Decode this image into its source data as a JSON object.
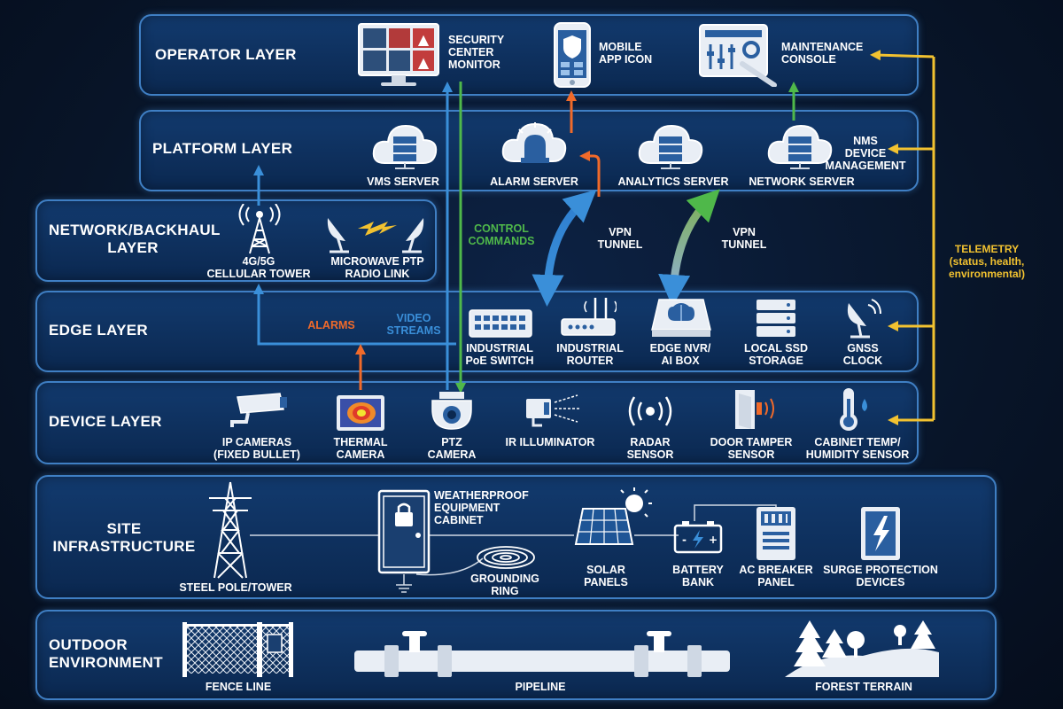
{
  "colors": {
    "panel_border": "#3f7fc4",
    "alarms": "#f06a2a",
    "video": "#3a8fd9",
    "control": "#4fb84a",
    "telemetry": "#f2c230"
  },
  "layers": {
    "operator": {
      "title": "OPERATOR LAYER",
      "items": [
        {
          "label": "SECURITY\nCENTER\nMONITOR",
          "icon": "monitor-icon"
        },
        {
          "label": "MOBILE\nAPP ICON",
          "icon": "smartphone-icon"
        },
        {
          "label": "MAINTENANCE\nCONSOLE",
          "icon": "tools-icon"
        }
      ]
    },
    "platform": {
      "title": "PLATFORM LAYER",
      "items": [
        {
          "label": "VMS SERVER",
          "icon": "cloud-server-icon"
        },
        {
          "label": "ALARM SERVER",
          "icon": "cloud-siren-icon"
        },
        {
          "label": "ANALYTICS SERVER",
          "icon": "cloud-server-icon"
        },
        {
          "label": "NETWORK SERVER",
          "icon": "cloud-server-icon"
        },
        {
          "label": "NMS\nDEVICE\nMANAGEMENT",
          "icon": ""
        }
      ]
    },
    "network": {
      "title": "NETWORK/BACKHAUL\nLAYER",
      "items": [
        {
          "label": "4G/5G\nCELLULAR TOWER",
          "icon": "cell-tower-icon"
        },
        {
          "label": "MICROWAVE PTP\nRADIO LINK",
          "icon": "satellite-dish-icon"
        }
      ]
    },
    "edge": {
      "title": "EDGE LAYER",
      "items": [
        {
          "label": "INDUSTRIAL\nPoE SWITCH",
          "icon": "switch-icon"
        },
        {
          "label": "INDUSTRIAL\nROUTER",
          "icon": "router-icon"
        },
        {
          "label": "EDGE NVR/\nAI BOX",
          "icon": "ai-box-icon"
        },
        {
          "label": "LOCAL SSD\nSTORAGE",
          "icon": "storage-icon"
        },
        {
          "label": "GNSS\nCLOCK",
          "icon": "gnss-dish-icon"
        }
      ]
    },
    "device": {
      "title": "DEVICE LAYER",
      "items": [
        {
          "label": "IP CAMERAS\n(FIXED BULLET)",
          "icon": "bullet-camera-icon"
        },
        {
          "label": "THERMAL\nCAMERA",
          "icon": "thermal-camera-icon"
        },
        {
          "label": "PTZ\nCAMERA",
          "icon": "ptz-camera-icon"
        },
        {
          "label": "IR ILLUMINATOR",
          "icon": "ir-illuminator-icon"
        },
        {
          "label": "RADAR\nSENSOR",
          "icon": "radar-icon"
        },
        {
          "label": "DOOR TAMPER\nSENSOR",
          "icon": "door-sensor-icon"
        },
        {
          "label": "CABINET TEMP/\nHUMIDITY SENSOR",
          "icon": "thermometer-icon"
        }
      ]
    },
    "site": {
      "title": "SITE\nINFRASTRUCTURE",
      "items": [
        {
          "label": "STEEL POLE/TOWER",
          "icon": "pylon-icon"
        },
        {
          "label": "WEATHERPROOF\nEQUIPMENT\nCABINET",
          "icon": "cabinet-icon"
        },
        {
          "label": "GROUNDING\nRING",
          "icon": "grounding-ring-icon"
        },
        {
          "label": "SOLAR\nPANELS",
          "icon": "solar-panel-icon"
        },
        {
          "label": "BATTERY\nBANK",
          "icon": "battery-icon"
        },
        {
          "label": "AC BREAKER\nPANEL",
          "icon": "breaker-panel-icon"
        },
        {
          "label": "SURGE PROTECTION\nDEVICES",
          "icon": "surge-protector-icon"
        }
      ]
    },
    "outdoor": {
      "title": "OUTDOOR\nENVIRONMENT",
      "items": [
        {
          "label": "FENCE LINE",
          "icon": "fence-icon"
        },
        {
          "label": "PIPELINE",
          "icon": "pipeline-icon"
        },
        {
          "label": "FOREST TERRAIN",
          "icon": "forest-icon"
        }
      ]
    }
  },
  "flows": {
    "alarms": "ALARMS",
    "video": "VIDEO\nSTREAMS",
    "control": "CONTROL\nCOMMANDS",
    "vpn1": "VPN\nTUNNEL",
    "vpn2": "VPN\nTUNNEL",
    "telemetry": "TELEMETRY\n(status, health,\nenvironmental)"
  }
}
